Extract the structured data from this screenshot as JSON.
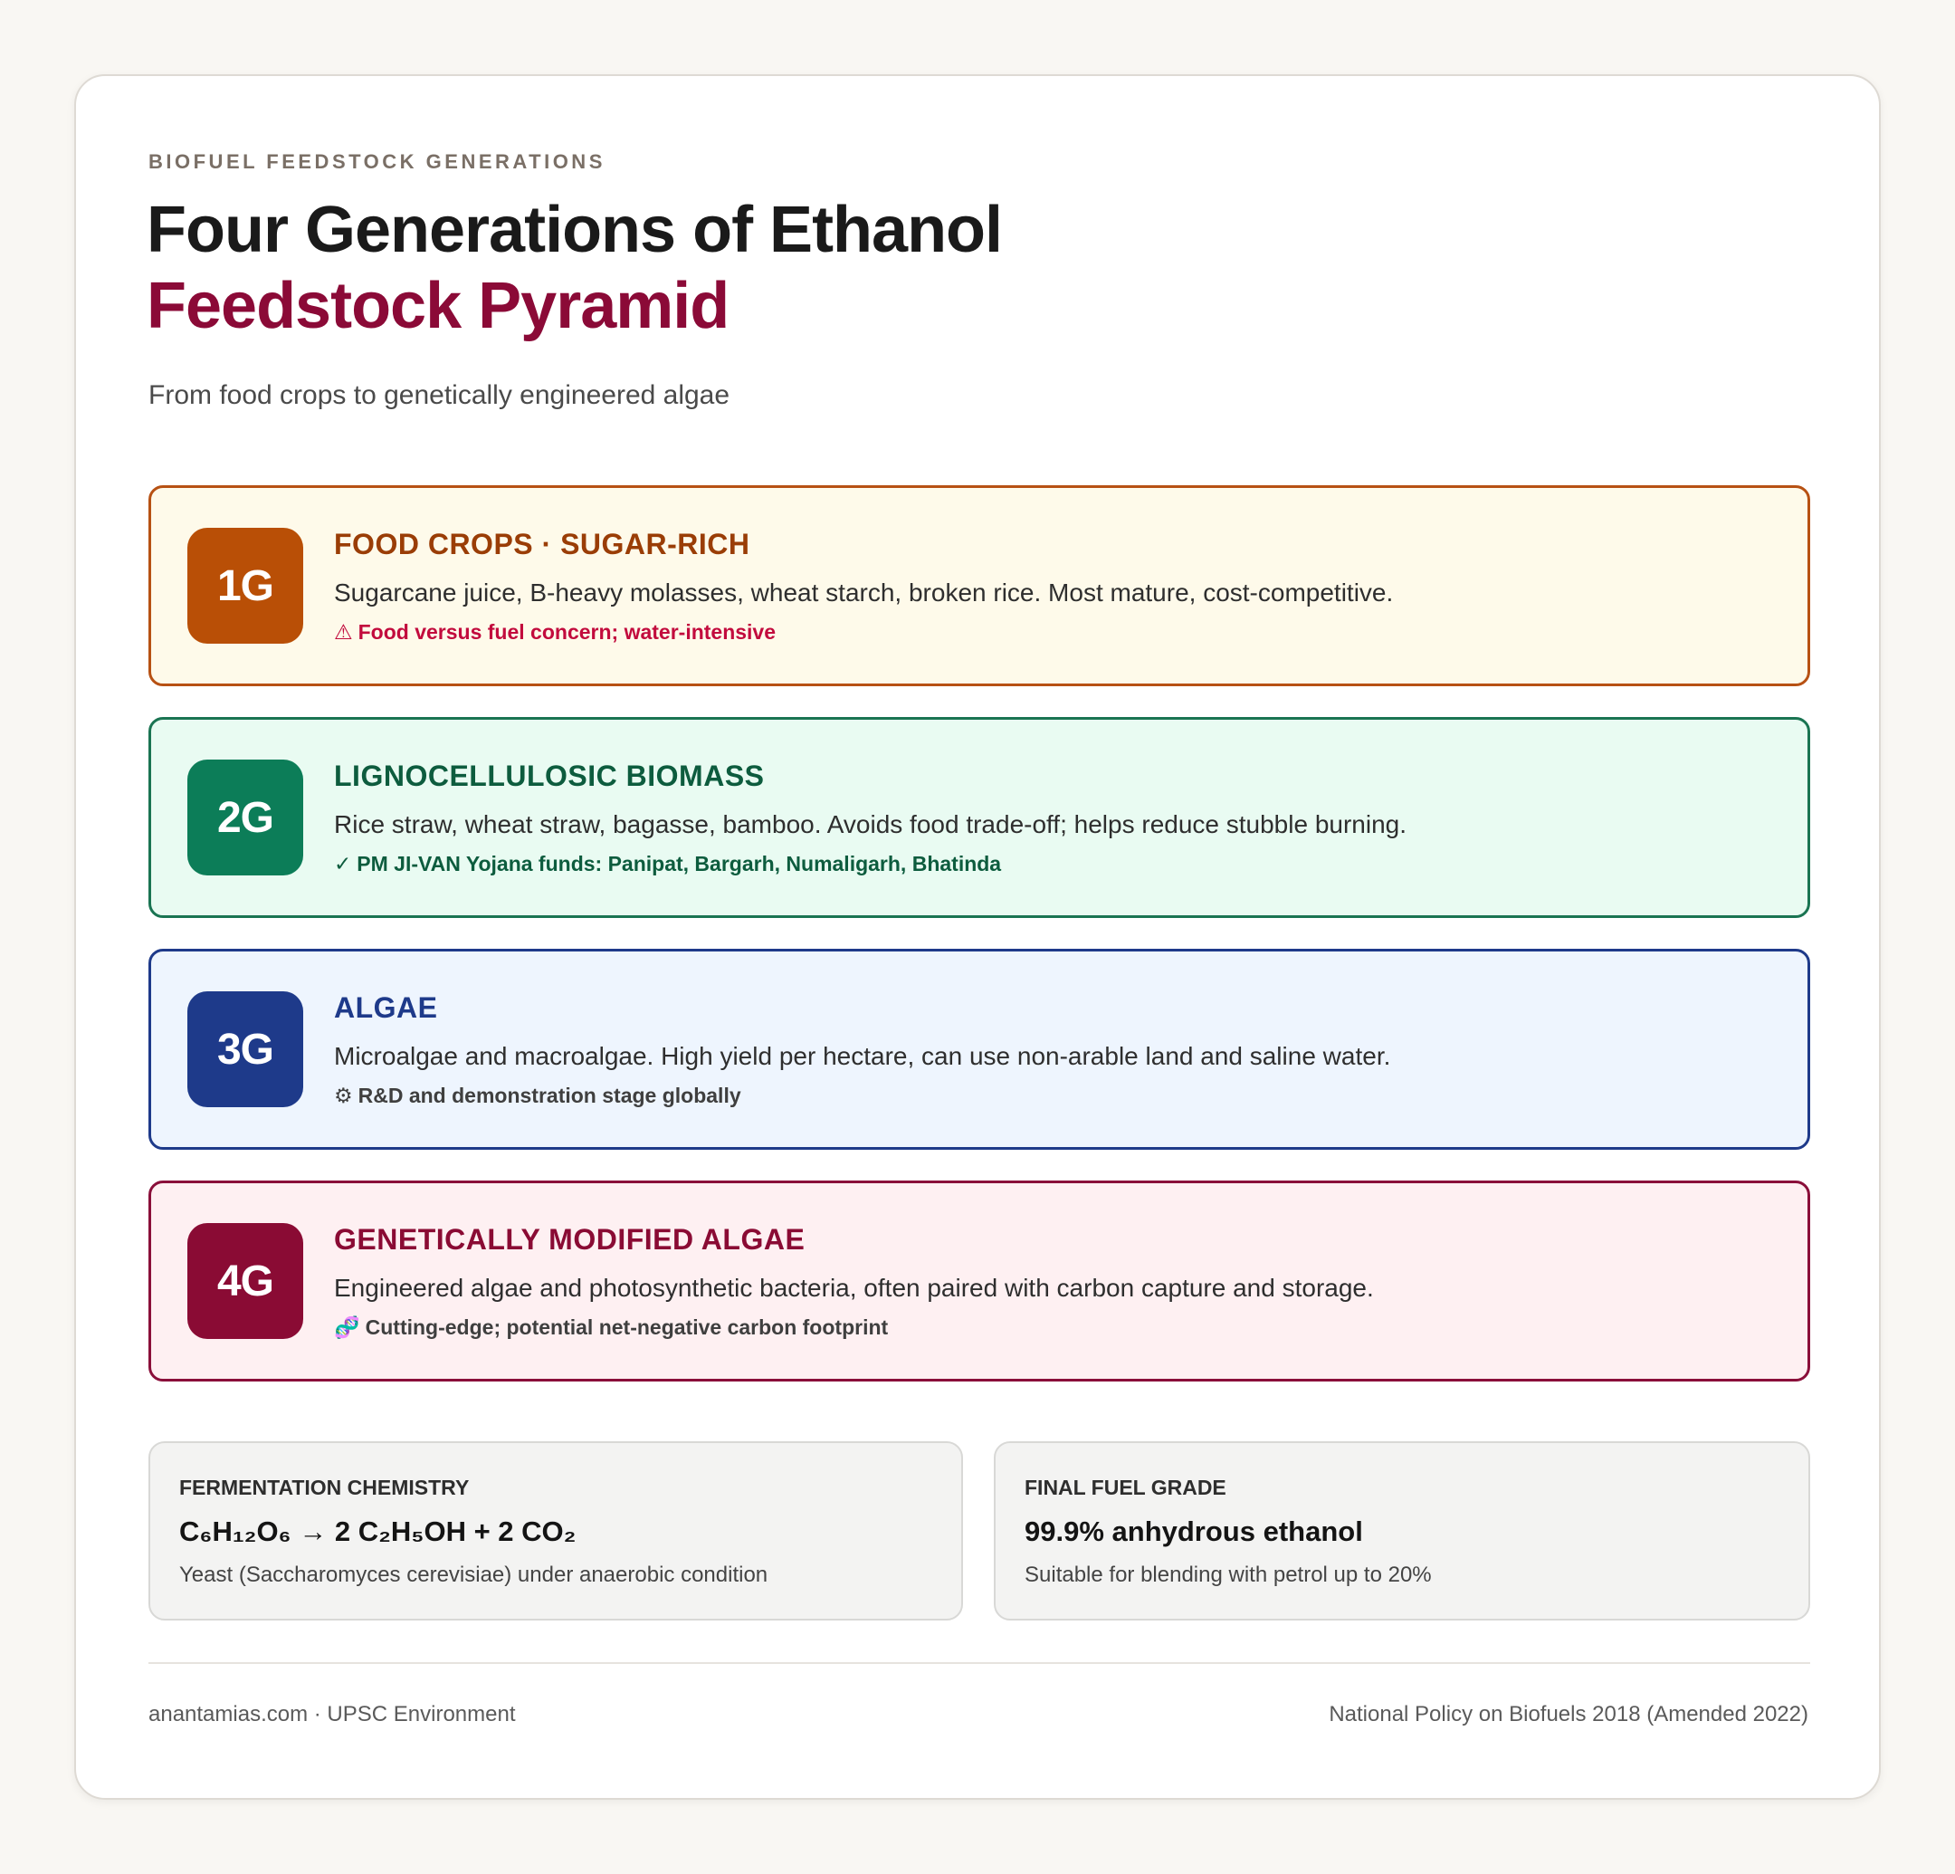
{
  "header": {
    "eyebrow": "BIOFUEL FEEDSTOCK GENERATIONS",
    "title": "Four Generations of Ethanol",
    "title_highlight": "Feedstock Pyramid",
    "subtitle": "From food crops to genetically engineered algae"
  },
  "generations": [
    {
      "badge": "1G",
      "title": "FOOD CROPS · SUGAR-RICH",
      "description": "Sugarcane juice, B-heavy molasses, wheat starch, broken rice. Most mature, cost-competitive.",
      "note_icon": "⚠",
      "note_icon_name": "warning-icon",
      "note": "Food versus fuel concern; water-intensive",
      "color": "#b94f06"
    },
    {
      "badge": "2G",
      "title": "LIGNOCELLULOSIC BIOMASS",
      "description": "Rice straw, wheat straw, bagasse, bamboo. Avoids food trade-off; helps reduce stubble burning.",
      "note_icon": "✓",
      "note_icon_name": "checkmark-icon",
      "note": "PM JI-VAN Yojana funds: Panipat, Bargarh, Numaligarh, Bhatinda",
      "color": "#0c7d58"
    },
    {
      "badge": "3G",
      "title": "ALGAE",
      "description": "Microalgae and macroalgae. High yield per hectare, can use non-arable land and saline water.",
      "note_icon": "⚙",
      "note_icon_name": "gear-icon",
      "note": "R&D and demonstration stage globally",
      "color": "#1e3a8a"
    },
    {
      "badge": "4G",
      "title": "GENETICALLY MODIFIED ALGAE",
      "description": "Engineered algae and photosynthetic bacteria, often paired with carbon capture and storage.",
      "note_icon": "🧬",
      "note_icon_name": "dna-icon",
      "note": "Cutting-edge; potential net-negative carbon footprint",
      "color": "#8a0b34"
    }
  ],
  "info": {
    "chemistry": {
      "label": "FERMENTATION CHEMISTRY",
      "value": "C₆H₁₂O₆ → 2 C₂H₅OH + 2 CO₂",
      "sub": "Yeast (Saccharomyces cerevisiae) under anaerobic condition"
    },
    "grade": {
      "label": "FINAL FUEL GRADE",
      "value": "99.9% anhydrous ethanol",
      "sub": "Suitable for blending with petrol up to 20%"
    }
  },
  "footer": {
    "left": "anantamias.com · UPSC Environment",
    "right": "National Policy on Biofuels 2018 (Amended 2022)"
  }
}
